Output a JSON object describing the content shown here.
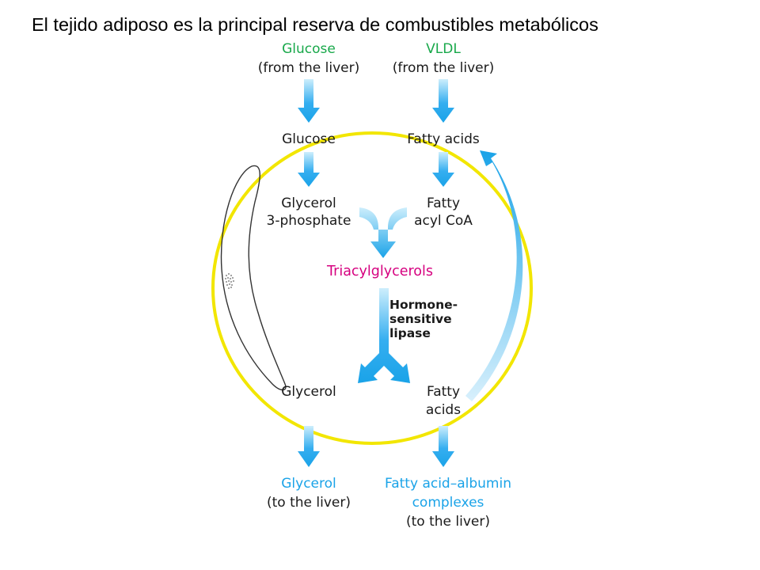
{
  "page": {
    "title": "El tejido adiposo es la principal reserva de combustibles metabólicos"
  },
  "colors": {
    "cell_membrane": "#f2e600",
    "arrow": "#1aa3e8",
    "arrow_light": "#bfe6fa",
    "green_label": "#18a84a",
    "blue_label": "#1aa3e8",
    "magenta_label": "#d6007f",
    "text": "#1a1a1a"
  },
  "diagram": {
    "inputs": {
      "glucose": {
        "name": "Glucose",
        "source": "(from the liver)"
      },
      "vldl": {
        "name": "VLDL",
        "source": "(from the liver)"
      }
    },
    "intermediates": {
      "glucose": "Glucose",
      "fatty_acids": "Fatty acids",
      "glycerol_3p": {
        "line1": "Glycerol",
        "line2": "3-phosphate"
      },
      "fatty_acyl_coa": {
        "line1": "Fatty",
        "line2": "acyl CoA"
      },
      "triacylglycerols": "Triacylglycerols",
      "glycerol": "Glycerol",
      "fatty_acids_released": {
        "line1": "Fatty",
        "line2": "acids"
      }
    },
    "enzyme": {
      "line1": "Hormone-",
      "line2": "sensitive",
      "line3": "lipase"
    },
    "outputs": {
      "glycerol": {
        "name": "Glycerol",
        "dest": "(to the liver)"
      },
      "fa_albumin": {
        "line1": "Fatty acid–albumin",
        "line2": "complexes",
        "dest": "(to the liver)"
      }
    }
  }
}
